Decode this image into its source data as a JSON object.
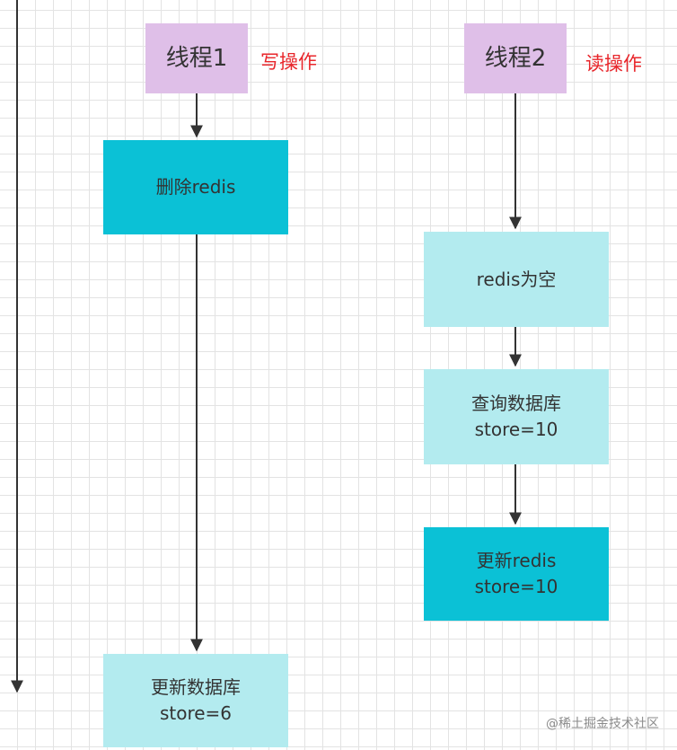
{
  "colors": {
    "thread_box": "#dfbfe8",
    "primary_box": "#0bc1d6",
    "secondary_box": "#b3ebef",
    "label_red": "#e8262b",
    "arrow": "#333333",
    "text": "#333333"
  },
  "thread1": {
    "title": "线程1",
    "operation": "写操作",
    "steps": [
      {
        "lines": [
          "删除redis"
        ]
      },
      {
        "lines": [
          "更新数据库",
          "store=6"
        ]
      }
    ]
  },
  "thread2": {
    "title": "线程2",
    "operation": "读操作",
    "steps": [
      {
        "lines": [
          "redis为空"
        ]
      },
      {
        "lines": [
          "查询数据库",
          "store=10"
        ]
      },
      {
        "lines": [
          "更新redis",
          "store=10"
        ]
      }
    ]
  },
  "watermark": "@稀土掘金技术社区"
}
